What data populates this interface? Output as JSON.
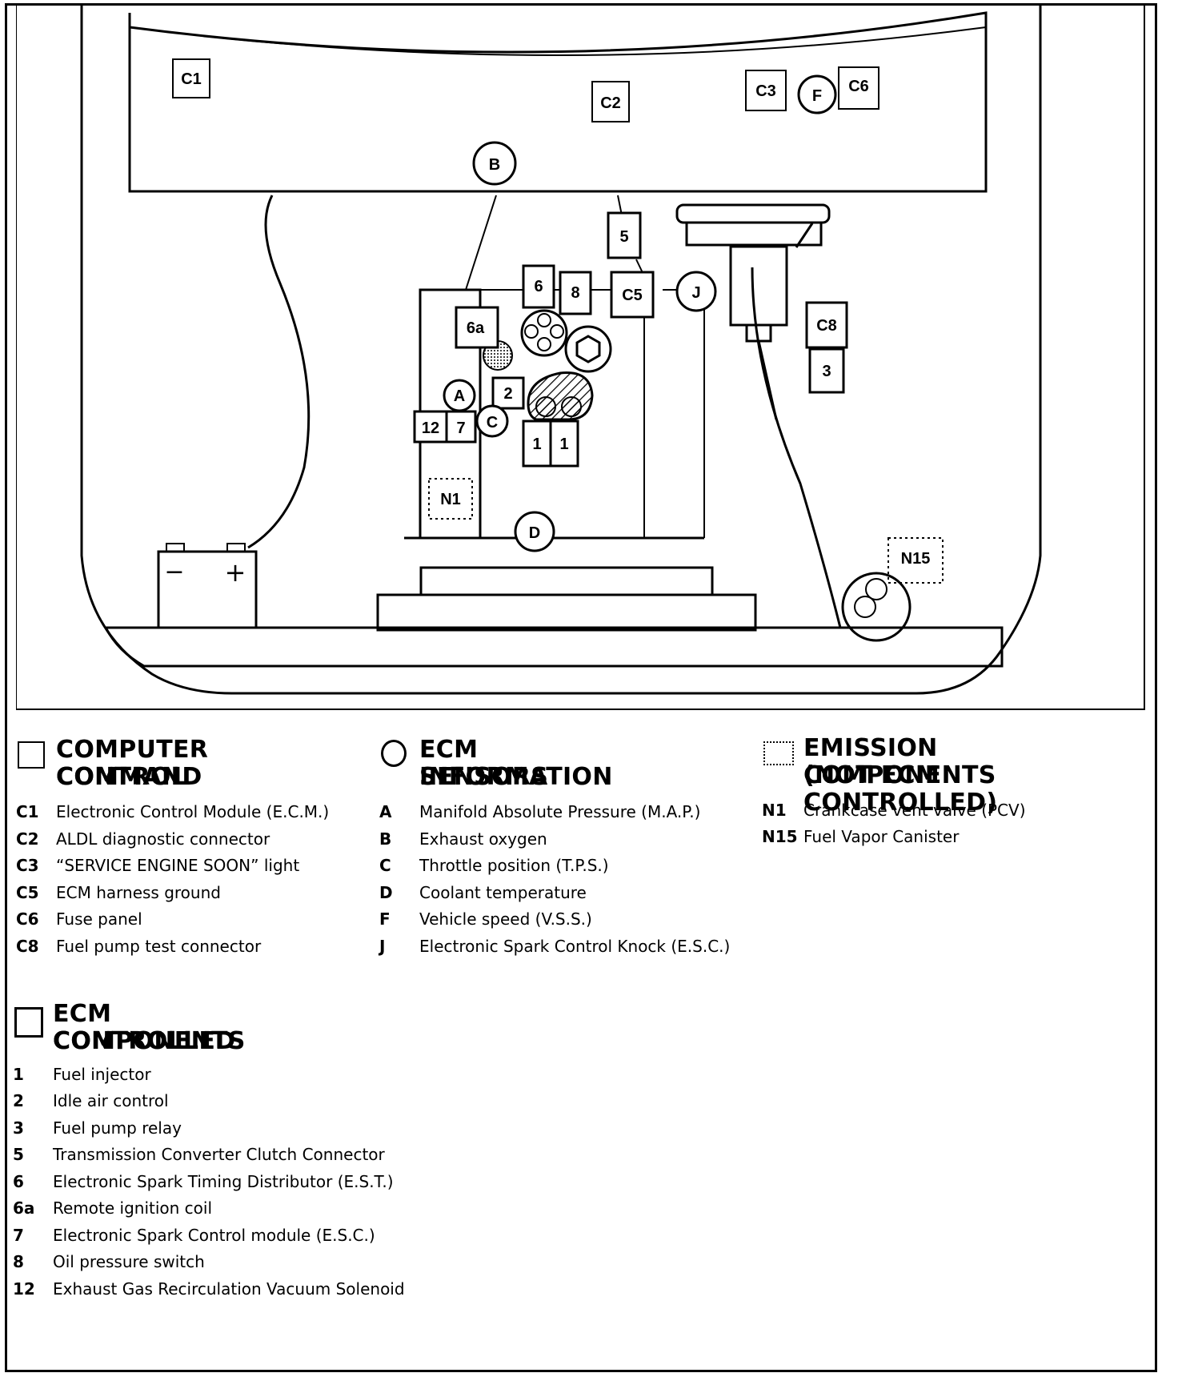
{
  "diagram": {
    "boxes": {
      "c1": "C1",
      "c2": "C2",
      "c3": "C3",
      "c6": "C6",
      "c5": "C5",
      "c8": "C8",
      "n5": "5",
      "n6": "6",
      "n8": "8",
      "n6a": "6a",
      "n2": "2",
      "n12": "12",
      "n7": "7",
      "n1a": "1",
      "n1b": "1",
      "n3": "3"
    },
    "circles": {
      "b": "B",
      "f": "F",
      "j": "J",
      "a": "A",
      "c": "C",
      "d": "D"
    },
    "dotted": {
      "n1": "N1",
      "n15": "N15"
    },
    "battery": {
      "neg": "−",
      "pos": "+"
    }
  },
  "legend": {
    "computer_command": {
      "title_line1": "COMPUTER COMMAND",
      "title_line2": "CONTROL",
      "items": [
        {
          "code": "C1",
          "desc": "Electronic Control Module (E.C.M.)"
        },
        {
          "code": "C2",
          "desc": "ALDL diagnostic connector"
        },
        {
          "code": "C3",
          "desc": "“SERVICE ENGINE SOON” light"
        },
        {
          "code": "C5",
          "desc": "ECM harness ground"
        },
        {
          "code": "C6",
          "desc": "Fuse panel"
        },
        {
          "code": "C8",
          "desc": "Fuel pump test connector"
        }
      ]
    },
    "ecm_sensors": {
      "title_line1": "ECM INFORMATION",
      "title_line2": "SENSORS",
      "items": [
        {
          "code": "A",
          "desc": "Manifold Absolute Pressure (M.A.P.)"
        },
        {
          "code": "B",
          "desc": "Exhaust oxygen"
        },
        {
          "code": "C",
          "desc": "Throttle position (T.P.S.)"
        },
        {
          "code": "D",
          "desc": "Coolant temperature"
        },
        {
          "code": "F",
          "desc": "Vehicle speed (V.S.S.)"
        },
        {
          "code": "J",
          "desc": "Electronic Spark Control Knock (E.S.C.)"
        }
      ]
    },
    "emission": {
      "title_line1": "EMISSION COMPONENTS",
      "title_line2": "(NOT ECM CONTROLLED)",
      "items": [
        {
          "code": "N1",
          "desc": "Crankcase vent valve (PCV)"
        },
        {
          "code": "N15",
          "desc": "Fuel Vapor Canister"
        }
      ]
    },
    "ecm_controlled": {
      "title_line1": "ECM CONTROLLED",
      "title_line2": "COMPONENTS",
      "items": [
        {
          "code": "1",
          "desc": "Fuel injector"
        },
        {
          "code": "2",
          "desc": "Idle air control"
        },
        {
          "code": "3",
          "desc": "Fuel pump relay"
        },
        {
          "code": "5",
          "desc": "Transmission Converter Clutch Connector"
        },
        {
          "code": "6",
          "desc": "Electronic Spark Timing Distributor (E.S.T.)"
        },
        {
          "code": "6a",
          "desc": "Remote ignition coil"
        },
        {
          "code": "7",
          "desc": "Electronic Spark Control module (E.S.C.)"
        },
        {
          "code": "8",
          "desc": "Oil pressure switch"
        },
        {
          "code": "12",
          "desc": "Exhaust Gas Recirculation Vacuum Solenoid"
        }
      ]
    }
  }
}
